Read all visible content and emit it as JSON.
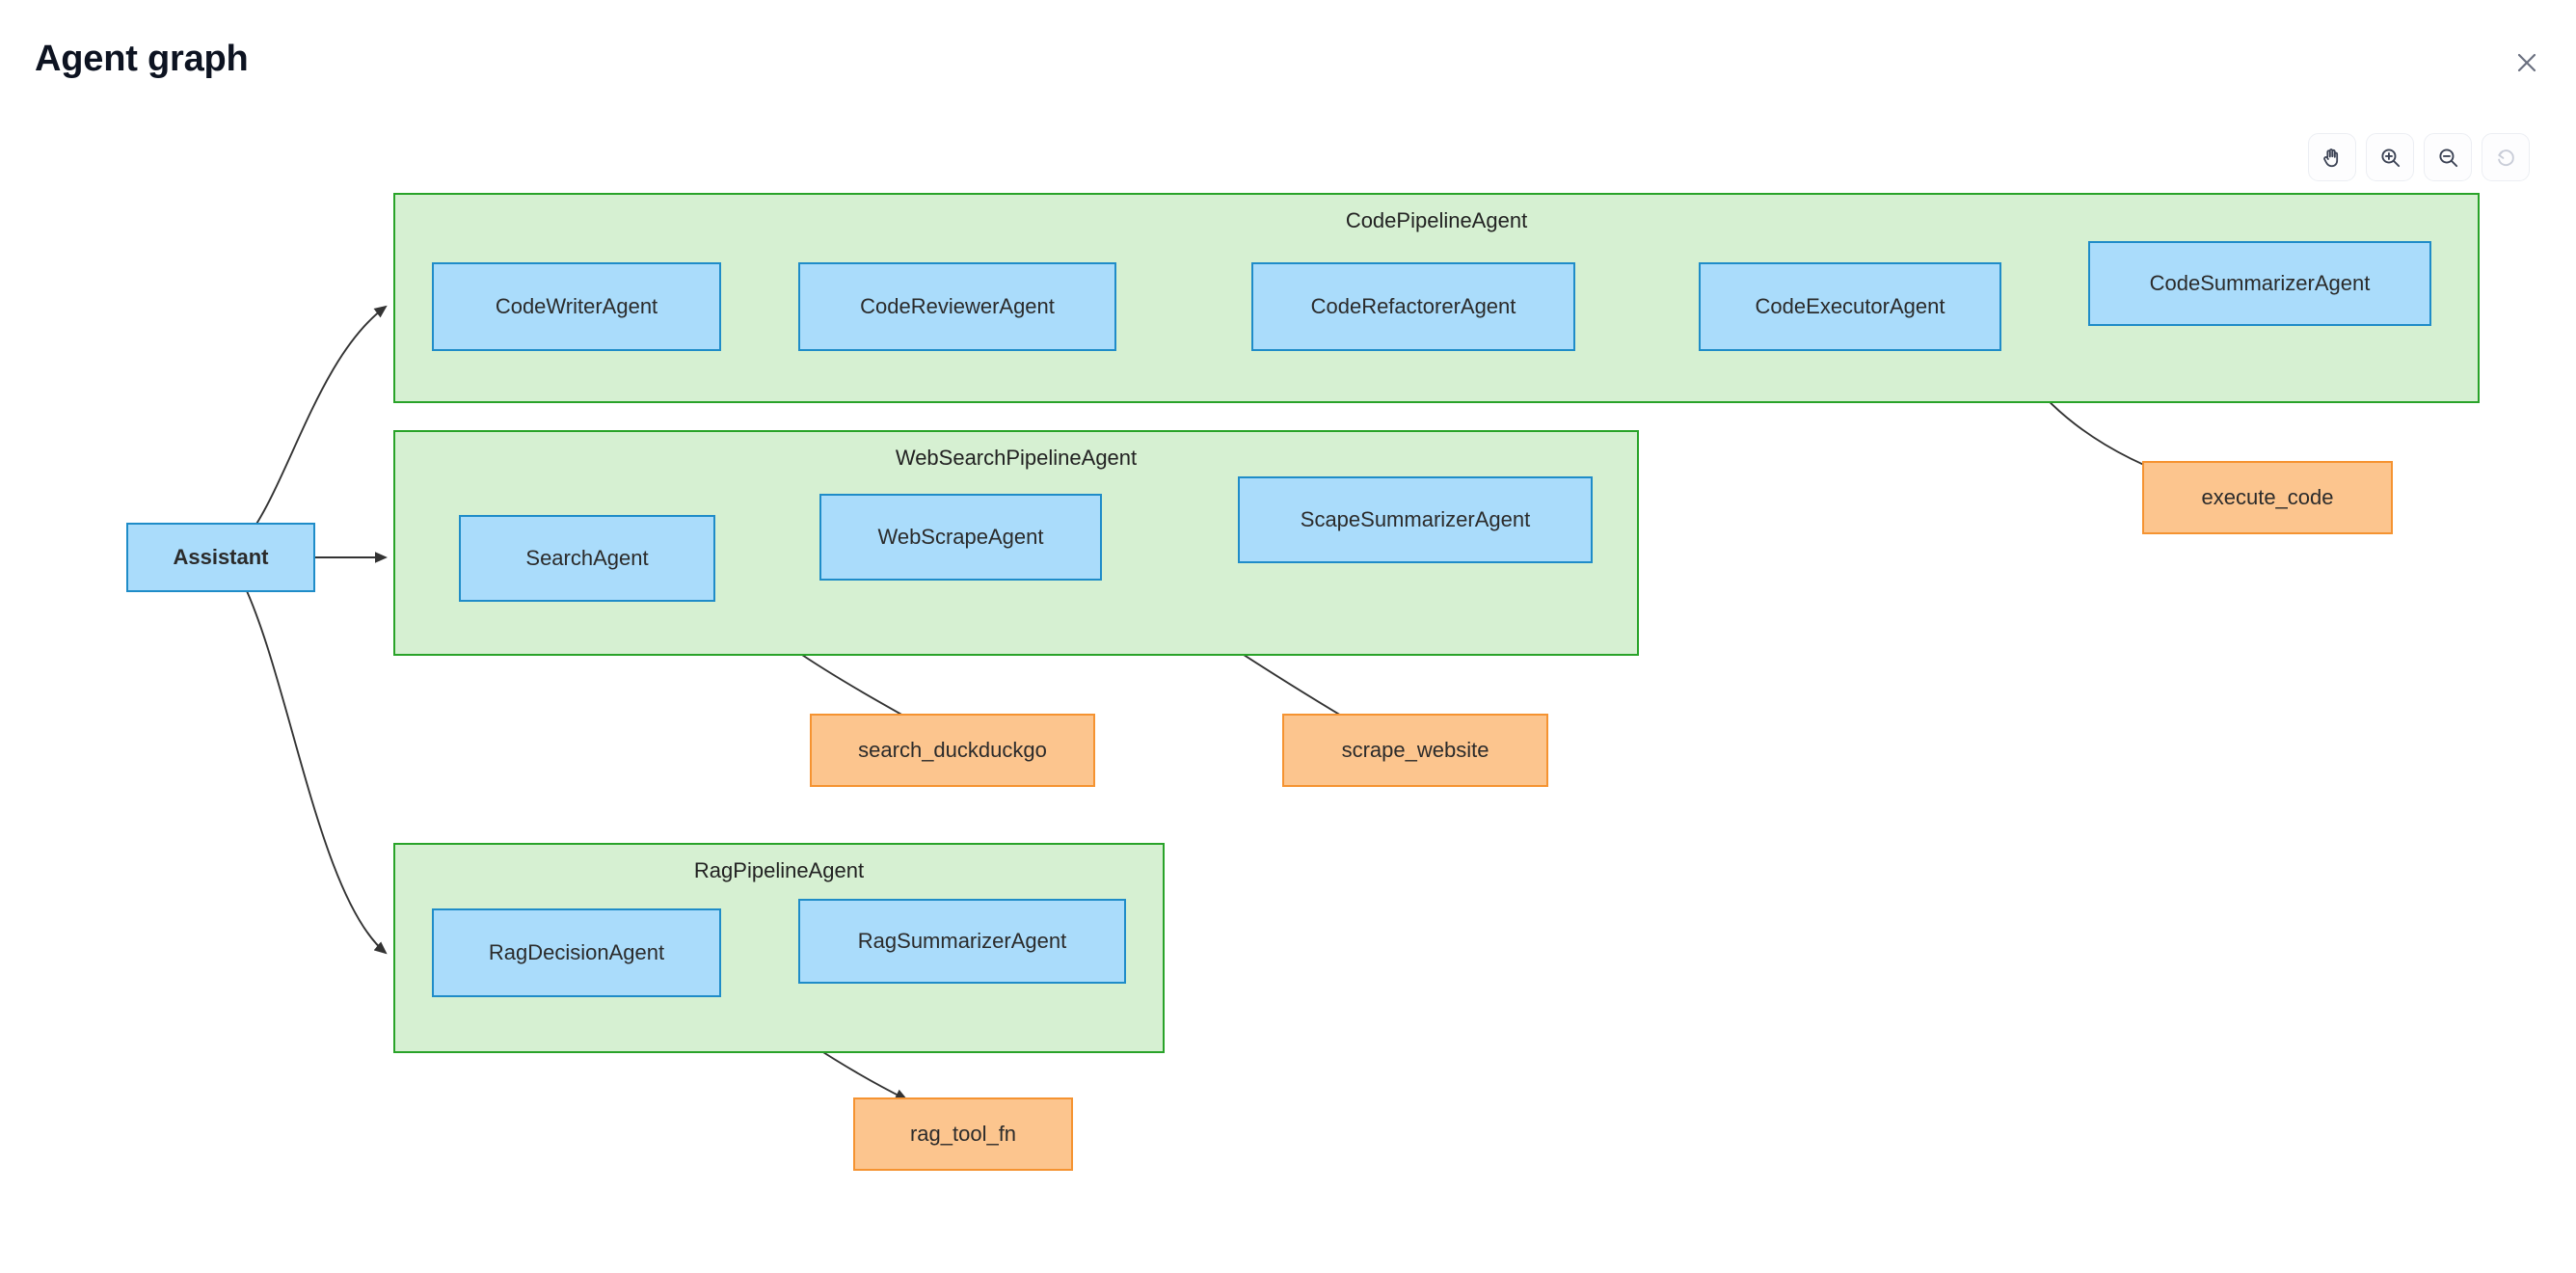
{
  "header": {
    "title": "Agent graph",
    "close_label": "Close",
    "close_icon": "close-icon"
  },
  "toolbar": {
    "buttons": [
      {
        "name": "pan-tool-button",
        "icon": "hand-pan-icon",
        "label": "Pan",
        "disabled": false
      },
      {
        "name": "zoom-in-button",
        "icon": "zoom-in-icon",
        "label": "Zoom in",
        "disabled": false
      },
      {
        "name": "zoom-out-button",
        "icon": "zoom-out-icon",
        "label": "Zoom out",
        "disabled": false
      },
      {
        "name": "reset-view-button",
        "icon": "reset-icon",
        "label": "Reset",
        "disabled": true
      }
    ]
  },
  "graph": {
    "colors": {
      "agent_fill": "#aadcfb",
      "agent_border": "#1f8cc8",
      "tool_fill": "#fcc58e",
      "tool_border": "#f59331",
      "group_fill": "#d6f0d2",
      "group_border": "#29a329",
      "edge": "#333333"
    },
    "root": {
      "id": "assistant",
      "label": "Assistant",
      "type": "agent"
    },
    "groups": [
      {
        "id": "code-pipeline",
        "label": "CodePipelineAgent",
        "nodes": [
          {
            "id": "code-writer",
            "label": "CodeWriterAgent",
            "type": "agent"
          },
          {
            "id": "code-reviewer",
            "label": "CodeReviewerAgent",
            "type": "agent"
          },
          {
            "id": "code-refactorer",
            "label": "CodeRefactorerAgent",
            "type": "agent"
          },
          {
            "id": "code-executor",
            "label": "CodeExecutorAgent",
            "type": "agent"
          },
          {
            "id": "code-summarizer",
            "label": "CodeSummarizerAgent",
            "type": "agent"
          }
        ]
      },
      {
        "id": "websearch-pipeline",
        "label": "WebSearchPipelineAgent",
        "nodes": [
          {
            "id": "search-agent",
            "label": "SearchAgent",
            "type": "agent"
          },
          {
            "id": "webscrape-agent",
            "label": "WebScrapeAgent",
            "type": "agent"
          },
          {
            "id": "scape-summarizer",
            "label": "ScapeSummarizerAgent",
            "type": "agent"
          }
        ]
      },
      {
        "id": "rag-pipeline",
        "label": "RagPipelineAgent",
        "nodes": [
          {
            "id": "rag-decision",
            "label": "RagDecisionAgent",
            "type": "agent"
          },
          {
            "id": "rag-summarizer",
            "label": "RagSummarizerAgent",
            "type": "agent"
          }
        ]
      }
    ],
    "tools": [
      {
        "id": "execute-code",
        "label": "execute_code",
        "type": "tool"
      },
      {
        "id": "search-duckduckgo",
        "label": "search_duckduckgo",
        "type": "tool"
      },
      {
        "id": "scrape-website",
        "label": "scrape_website",
        "type": "tool"
      },
      {
        "id": "rag-tool-fn",
        "label": "rag_tool_fn",
        "type": "tool"
      }
    ],
    "edges": [
      {
        "from": "assistant",
        "to": "code-writer",
        "style": "thin"
      },
      {
        "from": "assistant",
        "to": "search-agent",
        "style": "thin"
      },
      {
        "from": "assistant",
        "to": "rag-decision",
        "style": "thin"
      },
      {
        "from": "code-writer",
        "to": "code-reviewer",
        "style": "thick"
      },
      {
        "from": "code-reviewer",
        "to": "code-refactorer",
        "style": "thick"
      },
      {
        "from": "code-refactorer",
        "to": "code-executor",
        "style": "thick"
      },
      {
        "from": "code-executor",
        "to": "code-summarizer",
        "style": "thick"
      },
      {
        "from": "code-executor",
        "to": "execute-code",
        "style": "thin"
      },
      {
        "from": "search-agent",
        "to": "webscrape-agent",
        "style": "thick"
      },
      {
        "from": "webscrape-agent",
        "to": "scape-summarizer",
        "style": "thick"
      },
      {
        "from": "search-agent",
        "to": "search-duckduckgo",
        "style": "thin"
      },
      {
        "from": "webscrape-agent",
        "to": "scrape-website",
        "style": "thin"
      },
      {
        "from": "rag-decision",
        "to": "rag-summarizer",
        "style": "thick"
      },
      {
        "from": "rag-decision",
        "to": "rag-tool-fn",
        "style": "thin"
      }
    ]
  }
}
